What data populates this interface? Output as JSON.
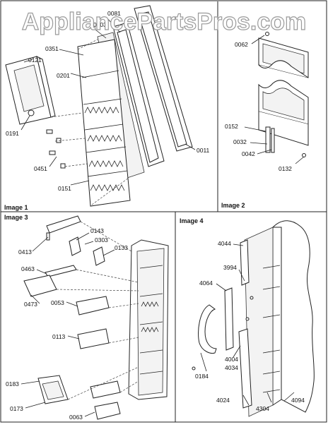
{
  "watermark": "AppliancePartsPros.com",
  "captions": {
    "image1": "Image 1",
    "image2": "Image 2",
    "image3": "Image 3",
    "image4": "Image 4"
  },
  "labels": {
    "p0081": "0081",
    "p0103": "0103",
    "p0351": "0351",
    "p0121": "0121",
    "p0201": "0201",
    "p0191": "0191",
    "p0451": "0451",
    "p0151": "0151",
    "p0011": "0011",
    "p0062": "0062",
    "p0152": "0152",
    "p0032": "0032",
    "p0042": "0042",
    "p0132": "0132",
    "p0143": "0143",
    "p0303": "0303",
    "p0413": "0413",
    "p0133": "0133",
    "p0463": "0463",
    "p0473": "0473",
    "p0053": "0053",
    "p0113": "0113",
    "p0183": "0183",
    "p0173": "0173",
    "p0063": "0063",
    "p4044": "4044",
    "p3994": "3994",
    "p4064": "4064",
    "p4004": "4004",
    "p4034": "4034",
    "p0184": "0184",
    "p4024": "4024",
    "p4304": "4304",
    "p4094": "4094"
  }
}
